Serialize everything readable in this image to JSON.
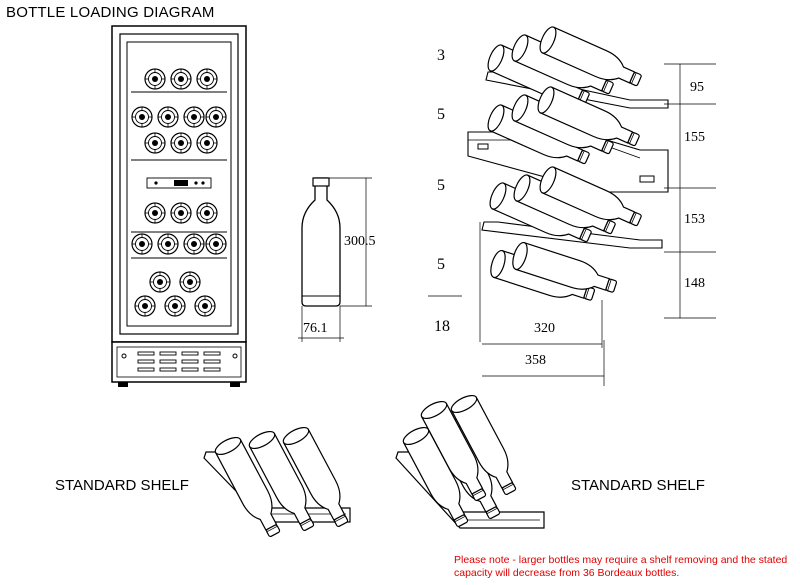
{
  "title": "BOTTLE LOADING DIAGRAM",
  "bottle": {
    "height": "300.5",
    "diameter": "76.1"
  },
  "rack": {
    "counts": [
      "3",
      "5",
      "5",
      "5"
    ],
    "total": "18",
    "heights": [
      "95",
      "155",
      "153",
      "148"
    ],
    "depths": [
      "320",
      "358"
    ]
  },
  "shelves": {
    "left_label": "STANDARD SHELF",
    "right_label": "STANDARD SHELF"
  },
  "note": "Please note - larger bottles may require a shelf removing and the stated capacity will decrease from 36 Bordeaux bottles.",
  "colors": {
    "note": "#e00000",
    "line": "#000000"
  }
}
